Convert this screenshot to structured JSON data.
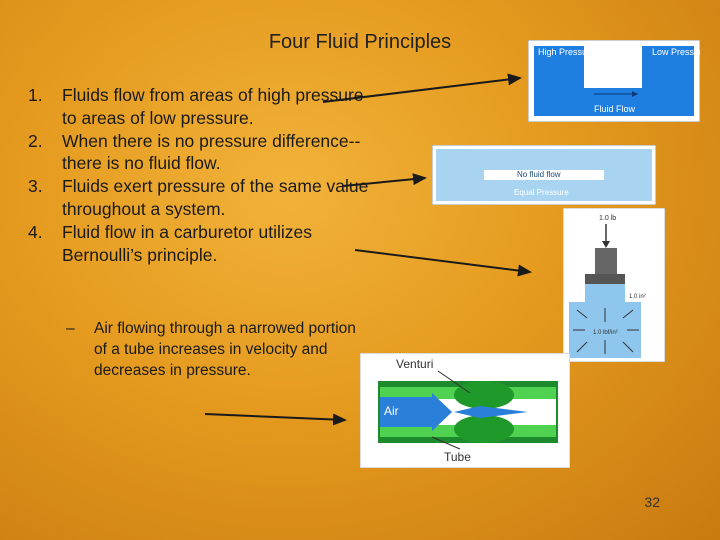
{
  "slide": {
    "title": "Four Fluid Principles",
    "points": [
      {
        "num": "1.",
        "text": "Fluids flow from areas of high pressure to areas of low pressure."
      },
      {
        "num": "2.",
        "text": "When there is no pressure difference--there is no fluid flow."
      },
      {
        "num": "3.",
        "text": "Fluids exert pressure of the same value throughout a system."
      },
      {
        "num": "4.",
        "text": "Fluid flow in a carburetor utilizes Bernoulli’s principle."
      }
    ],
    "subpoint": {
      "dash": "–",
      "text": "Air flowing through a narrowed portion of a tube increases in velocity and decreases in pressure."
    },
    "page_number": "32"
  },
  "figures": {
    "flow": {
      "high": "High Pressure",
      "low": "Low Pressure",
      "label": "Fluid Flow"
    },
    "noflow": {
      "label": "No fluid flow",
      "sub": "Equal Pressure"
    },
    "pressure": {
      "top": "1.0 lb",
      "area": "1.0 in²",
      "inner": "1.0 lbf/in²"
    },
    "venturi": {
      "venturi": "Venturi",
      "air": "Air",
      "tube": "Tube"
    }
  }
}
